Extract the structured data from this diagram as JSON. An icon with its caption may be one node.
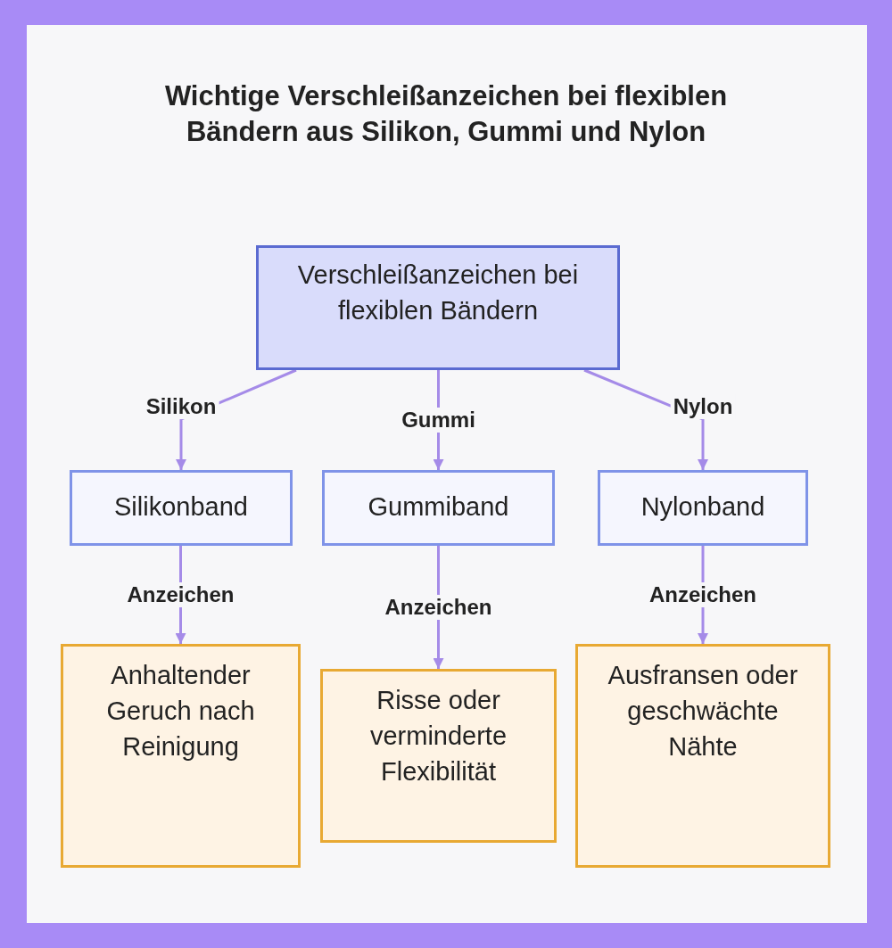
{
  "diagram": {
    "title": "Wichtige Verschleißanzeichen bei flexiblen Bändern aus Silikon, Gummi und Nylon",
    "nodes": [
      {
        "text": [
          "Verschleißanzeichen bei flexiblen Bändern"
        ]
      },
      {
        "text": [
          "Silikonband"
        ]
      },
      {
        "text": [
          "Gummiband"
        ]
      },
      {
        "text": [
          "Nylonband"
        ]
      },
      {
        "text": [
          "Anhaltender Geruch nach Reinigung"
        ]
      },
      {
        "text": [
          "Risse oder verminderte Flexibilität"
        ]
      },
      {
        "text": [
          "Ausfransen oder geschwächte Nähte"
        ]
      }
    ],
    "edges": [
      {
        "from": 0,
        "to": 1,
        "arrow": "to",
        "label": "Silikon"
      },
      {
        "from": 0,
        "to": 2,
        "arrow": "to",
        "label": "Gummi"
      },
      {
        "from": 0,
        "to": 3,
        "arrow": "to",
        "label": "Nylon"
      },
      {
        "from": 1,
        "to": 4,
        "arrow": "to",
        "label": "Anzeichen"
      },
      {
        "from": 2,
        "to": 5,
        "arrow": "to",
        "label": "Anzeichen"
      },
      {
        "from": 3,
        "to": 6,
        "arrow": "to",
        "label": "Anzeichen"
      }
    ]
  }
}
